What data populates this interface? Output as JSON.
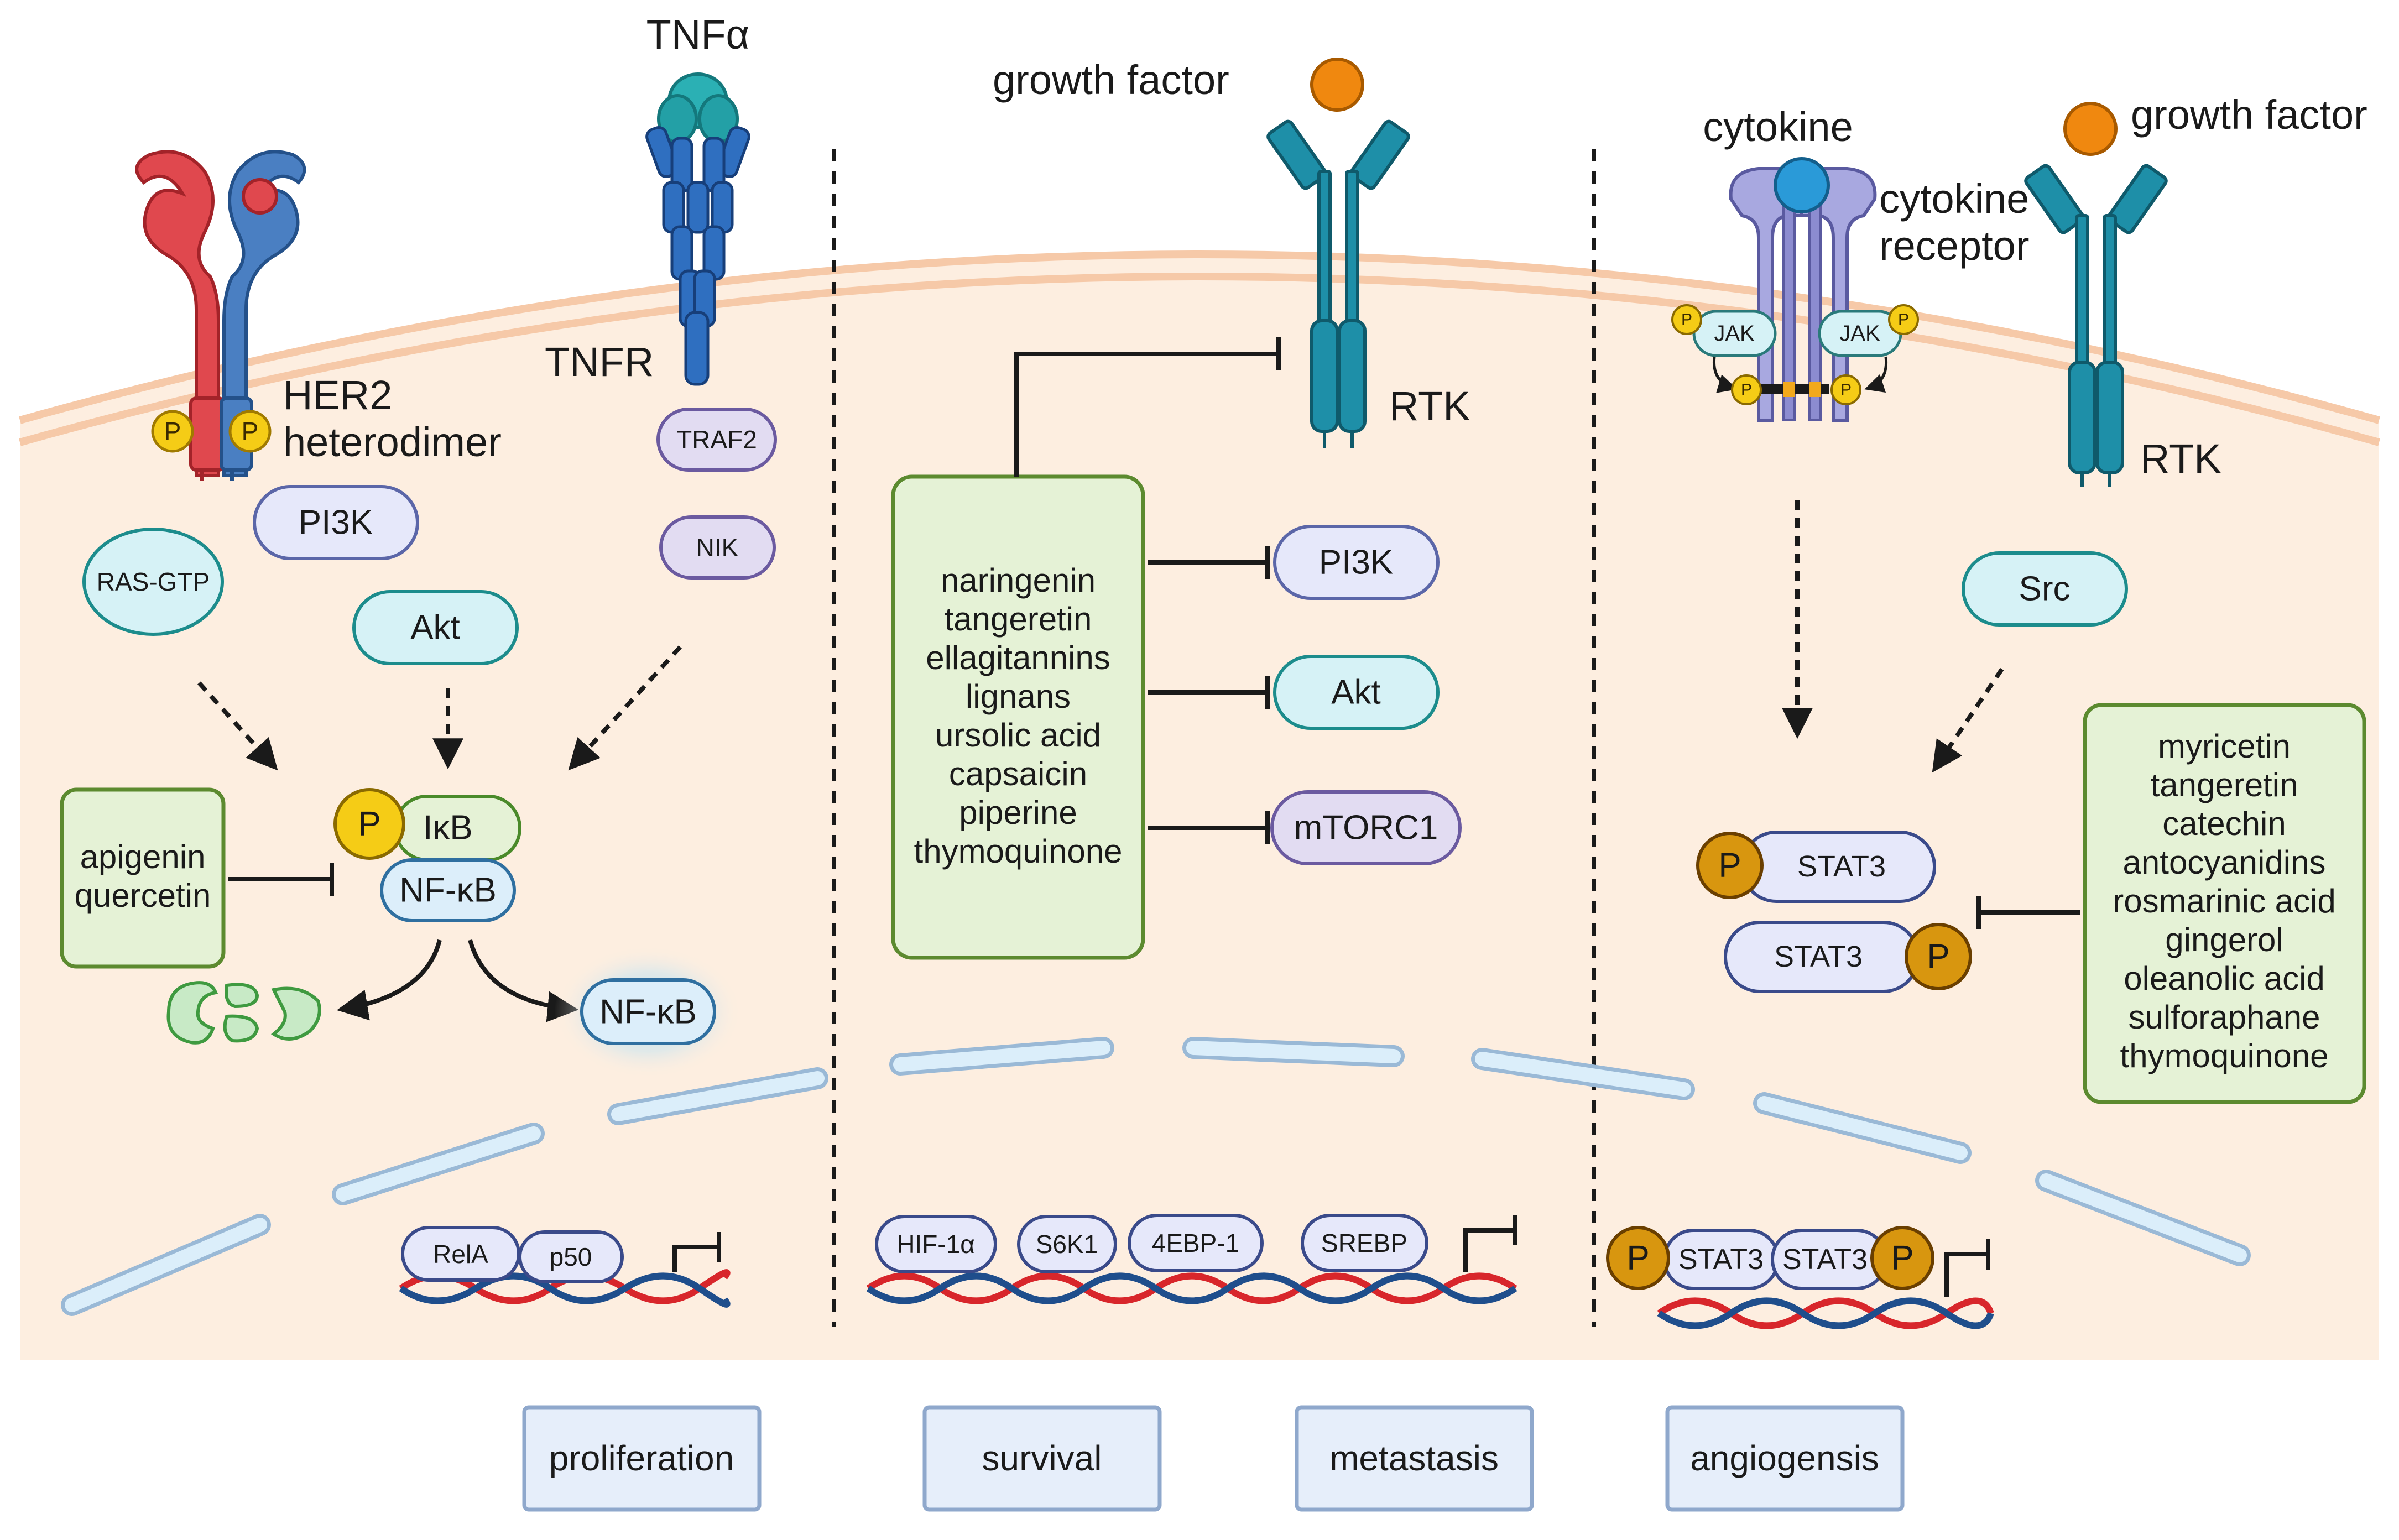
{
  "ligands": {
    "tnfa": "TNFα",
    "growth_factor_center": "growth factor",
    "cytokine": "cytokine",
    "growth_factor_right": "growth factor"
  },
  "receptors": {
    "her2_line1": "HER2",
    "her2_line2": "heterodimer",
    "tnfr": "TNFR",
    "rtk_center": "RTK",
    "cytokine_receptor_line1": "cytokine",
    "cytokine_receptor_line2": "receptor",
    "rtk_right": "RTK"
  },
  "left_panel": {
    "pi3k": "PI3K",
    "ras_gtp": "RAS-GTP",
    "akt": "Akt",
    "traf2": "TRAF2",
    "nik": "NIK",
    "p_badge": "P",
    "ikb": "IκB",
    "nfkb": "NF-κB",
    "nfkb_nuclear": "NF-κB",
    "inhibitors": [
      "apigenin",
      "quercetin"
    ],
    "relA": "RelA",
    "p50": "p50"
  },
  "center_panel": {
    "inhibitors": [
      "naringenin",
      "tangeretin",
      "ellagitannins",
      "lignans",
      "ursolic acid",
      "capsaicin",
      "piperine",
      "thymoquinone"
    ],
    "pi3k": "PI3K",
    "akt": "Akt",
    "mtorc1": "mTORC1",
    "genes": [
      "HIF-1α",
      "S6K1",
      "4EBP-1",
      "SREBP"
    ]
  },
  "right_panel": {
    "jak_left": "JAK",
    "jak_right": "JAK",
    "p_small": "P",
    "src": "Src",
    "stat3_a": "STAT3",
    "stat3_b": "STAT3",
    "p_badge": "P",
    "inhibitors": [
      "myricetin",
      "tangeretin",
      "catechin",
      "antocyanidins",
      "rosmarinic acid",
      "gingerol",
      "oleanolic acid",
      "sulforaphane",
      "thymoquinone"
    ],
    "dimer_left": "STAT3",
    "dimer_right": "STAT3"
  },
  "outcomes": [
    "proliferation",
    "survival",
    "metastasis",
    "angiogensis"
  ],
  "colors": {
    "cytoplasm": "#fdeee0",
    "membrane": "#f6c9a8",
    "her2_red": "#e0484e",
    "her2_blue": "#4a7fc2",
    "rtk_teal": "#1e8fa8",
    "ligand_orange": "#f0880f",
    "p_yellow": "#f5cc16",
    "p_gold": "#d8960f",
    "pill_lavender": "#e6e8fa",
    "pill_cyan": "#d6f2f6",
    "green_box": "#e5f2d6",
    "green_border": "#5c8a2f",
    "outcome_fill": "#e6eefa",
    "outcome_border": "#8fa8cc",
    "dna_red": "#d8262b",
    "dna_blue": "#1f4e8c"
  }
}
